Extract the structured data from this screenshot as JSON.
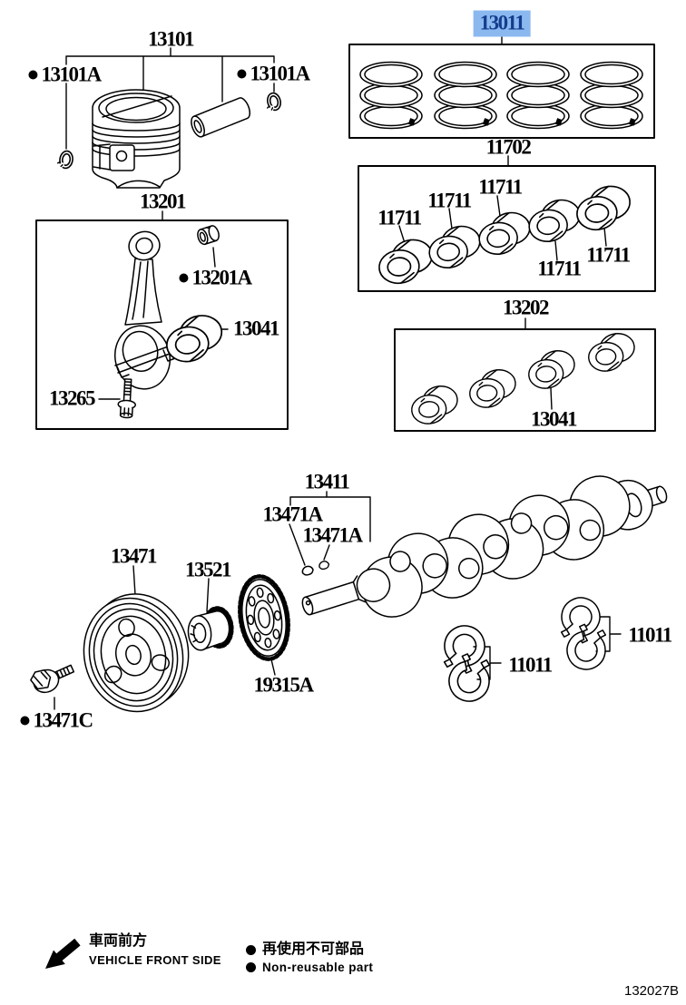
{
  "colors": {
    "highlight-bg": "#8cb8f0",
    "highlight-text": "#143d8d",
    "line": "#000000",
    "page-bg": "#ffffff"
  },
  "parts": {
    "piston": {
      "number": "13101"
    },
    "piston_pin_snap_ring": {
      "number": "13101A",
      "non_reusable": true
    },
    "piston_ring_set": {
      "number": "13011",
      "selected": true
    },
    "main_bearing_set": {
      "number": "11702"
    },
    "main_bearing": {
      "number": "11711"
    },
    "crankshaft_bearing_set": {
      "number": "13202"
    },
    "crankshaft_bearing": {
      "number": "13041"
    },
    "connecting_rod": {
      "number": "13201"
    },
    "small_end_bush": {
      "number": "13201A",
      "non_reusable": true
    },
    "connecting_rod_bearing": {
      "number": "13041"
    },
    "connecting_rod_bolt": {
      "number": "13265"
    },
    "crankshaft": {
      "number": "13411"
    },
    "crankshaft_key": {
      "number": "13471A"
    },
    "crankshaft_pulley": {
      "number": "13471"
    },
    "crankshaft_timing_gear": {
      "number": "13521"
    },
    "crank_angle_sensor_plate": {
      "number": "19315A"
    },
    "pulley_bolt": {
      "number": "13471C",
      "non_reusable": true
    },
    "thrust_washer_set": {
      "number": "11011"
    }
  },
  "legend": {
    "vehicle_front_jp": "車両前方",
    "vehicle_front_en": "VEHICLE FRONT SIDE",
    "non_reusable_jp": "再使用不可部品",
    "non_reusable_en": "Non-reusable part"
  },
  "footer": {
    "figure_code": "132027B"
  },
  "icons": {
    "front_arrow": "arrow-down-left",
    "non_reusable_marker": "filled-circle"
  }
}
